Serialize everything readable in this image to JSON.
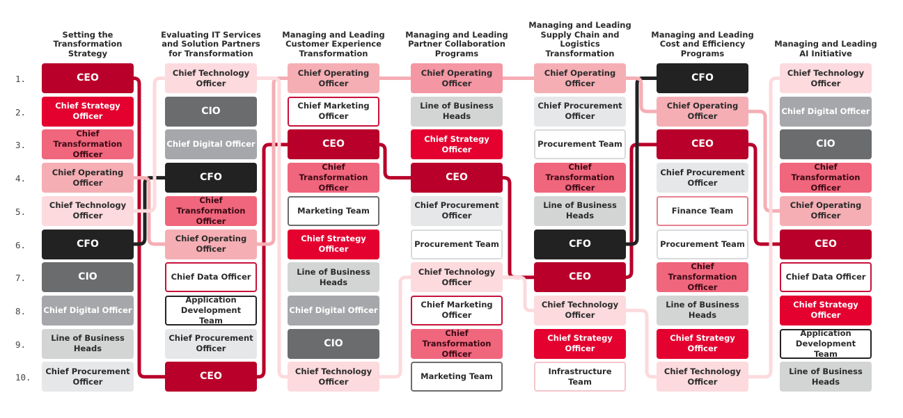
{
  "diagram_title": "",
  "ranks": [
    "1.",
    "2.",
    "3.",
    "4.",
    "5.",
    "6.",
    "7.",
    "8.",
    "9.",
    "10."
  ],
  "colors": {
    "ceo": "#b8002a",
    "cfo": "#222222",
    "coo_link": "#f5aeb4",
    "cto_link": "#fcdadd"
  },
  "columns": [
    {
      "title": "Setting the Transformation Strategy",
      "items": [
        {
          "label": "CEO",
          "style": "ceo"
        },
        {
          "label": "Chief Strategy Officer",
          "style": "cso"
        },
        {
          "label": "Chief Transformation Officer",
          "style": "cto2"
        },
        {
          "label": "Chief Operating Officer",
          "style": "coo"
        },
        {
          "label": "Chief Technology Officer",
          "style": "cto"
        },
        {
          "label": "CFO",
          "style": "cfo"
        },
        {
          "label": "CIO",
          "style": "cio"
        },
        {
          "label": "Chief Digital Officer",
          "style": "cdo"
        },
        {
          "label": "Line of Business Heads",
          "style": "lob"
        },
        {
          "label": "Chief Procurement Officer",
          "style": "cpo"
        }
      ]
    },
    {
      "title": "Evaluating IT Services and Solution Partners for Transformation",
      "items": [
        {
          "label": "Chief Technology Officer",
          "style": "cto"
        },
        {
          "label": "CIO",
          "style": "cio"
        },
        {
          "label": "Chief Digital Officer",
          "style": "cdo"
        },
        {
          "label": "CFO",
          "style": "cfo"
        },
        {
          "label": "Chief Transformation Officer",
          "style": "cto2"
        },
        {
          "label": "Chief Operating Officer",
          "style": "coo"
        },
        {
          "label": "Chief Data Officer",
          "style": "out-red"
        },
        {
          "label": "Application Development Team",
          "style": "out-dark"
        },
        {
          "label": "Chief Procurement Officer",
          "style": "cpo"
        },
        {
          "label": "CEO",
          "style": "ceo"
        }
      ]
    },
    {
      "title": "Managing and Leading Customer Experience Transformation",
      "items": [
        {
          "label": "Chief Operating Officer",
          "style": "coo"
        },
        {
          "label": "Chief Marketing Officer",
          "style": "out-red"
        },
        {
          "label": "CEO",
          "style": "ceo"
        },
        {
          "label": "Chief Transformation Officer",
          "style": "cto2"
        },
        {
          "label": "Marketing Team",
          "style": "out-gray"
        },
        {
          "label": "Chief Strategy Officer",
          "style": "cso"
        },
        {
          "label": "Line of Business Heads",
          "style": "lob"
        },
        {
          "label": "Chief Digital Officer",
          "style": "cdo"
        },
        {
          "label": "CIO",
          "style": "cio"
        },
        {
          "label": "Chief Technology Officer",
          "style": "cto"
        }
      ]
    },
    {
      "title": "Managing and Leading Partner Collaboration Programs",
      "items": [
        {
          "label": "Chief Operating Officer",
          "style": "coo2"
        },
        {
          "label": "Line of Business Heads",
          "style": "lob"
        },
        {
          "label": "Chief Strategy Officer",
          "style": "cso"
        },
        {
          "label": "CEO",
          "style": "ceo"
        },
        {
          "label": "Chief Procurement Officer",
          "style": "cpo"
        },
        {
          "label": "Procurement Team",
          "style": "out-lg"
        },
        {
          "label": "Chief Technology Officer",
          "style": "cto"
        },
        {
          "label": "Chief Marketing Officer",
          "style": "out-red"
        },
        {
          "label": "Chief Transformation Officer",
          "style": "cto2"
        },
        {
          "label": "Marketing Team",
          "style": "out-gray"
        }
      ]
    },
    {
      "title": "Managing and Leading Supply Chain and Logistics Transformation",
      "items": [
        {
          "label": "Chief Operating Officer",
          "style": "coo"
        },
        {
          "label": "Chief Procurement Officer",
          "style": "cpo"
        },
        {
          "label": "Procurement Team",
          "style": "out-lg"
        },
        {
          "label": "Chief Transformation Officer",
          "style": "cto2"
        },
        {
          "label": "Line of Business Heads",
          "style": "lob"
        },
        {
          "label": "CFO",
          "style": "cfo"
        },
        {
          "label": "CEO",
          "style": "ceo"
        },
        {
          "label": "Chief Technology Officer",
          "style": "cto"
        },
        {
          "label": "Chief Strategy Officer",
          "style": "cso"
        },
        {
          "label": "Infrastructure Team",
          "style": "out-pale"
        }
      ]
    },
    {
      "title": "Managing and Leading Cost and Efficiency Programs",
      "items": [
        {
          "label": "CFO",
          "style": "cfo"
        },
        {
          "label": "Chief Operating Officer",
          "style": "coo"
        },
        {
          "label": "CEO",
          "style": "ceo"
        },
        {
          "label": "Chief Procurement Officer",
          "style": "cpo"
        },
        {
          "label": "Finance Team",
          "style": "out-pink"
        },
        {
          "label": "Procurement Team",
          "style": "out-lg"
        },
        {
          "label": "Chief Transformation Officer",
          "style": "cto2"
        },
        {
          "label": "Line of Business Heads",
          "style": "lob"
        },
        {
          "label": "Chief Strategy Officer",
          "style": "cso"
        },
        {
          "label": "Chief Technology Officer",
          "style": "cto"
        }
      ]
    },
    {
      "title": "Managing and Leading AI Initiative",
      "items": [
        {
          "label": "Chief Technology Officer",
          "style": "cto"
        },
        {
          "label": "Chief Digital Officer",
          "style": "cdo"
        },
        {
          "label": "CIO",
          "style": "cio"
        },
        {
          "label": "Chief Transformation Officer",
          "style": "cto2"
        },
        {
          "label": "Chief Operating Officer",
          "style": "coo"
        },
        {
          "label": "CEO",
          "style": "ceo"
        },
        {
          "label": "Chief Data Officer",
          "style": "out-red"
        },
        {
          "label": "Chief Strategy Officer",
          "style": "cso"
        },
        {
          "label": "Application Development Team",
          "style": "out-dark"
        },
        {
          "label": "Line of Business Heads",
          "style": "lob"
        }
      ]
    }
  ],
  "links": [
    {
      "role": "CEO",
      "color": "ceo",
      "ranks": [
        1,
        10,
        3,
        4,
        7,
        3,
        6
      ]
    },
    {
      "role": "CFO",
      "color": "cfo",
      "ranks": [
        6,
        4,
        null,
        null,
        6,
        1,
        null
      ]
    },
    {
      "role": "Chief Operating Officer",
      "color": "coo_link",
      "ranks": [
        4,
        6,
        1,
        1,
        1,
        2,
        5
      ]
    },
    {
      "role": "Chief Technology Officer",
      "color": "cto_link",
      "ranks": [
        5,
        1,
        10,
        7,
        8,
        10,
        1
      ]
    }
  ]
}
